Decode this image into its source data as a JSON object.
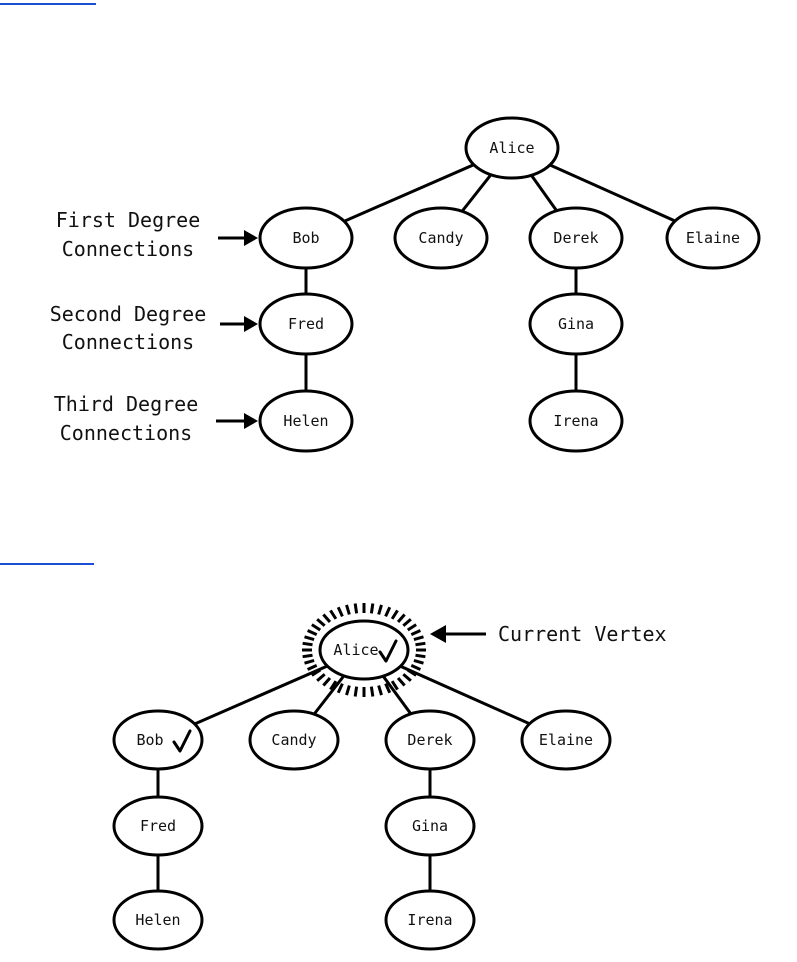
{
  "colors": {
    "ink": "#000000",
    "link_underline": "#1a4fd6",
    "background": "#ffffff"
  },
  "diagram1": {
    "nodes": [
      {
        "id": "alice",
        "label": "Alice"
      },
      {
        "id": "bob",
        "label": "Bob"
      },
      {
        "id": "candy",
        "label": "Candy"
      },
      {
        "id": "derek",
        "label": "Derek"
      },
      {
        "id": "elaine",
        "label": "Elaine"
      },
      {
        "id": "fred",
        "label": "Fred"
      },
      {
        "id": "gina",
        "label": "Gina"
      },
      {
        "id": "helen",
        "label": "Helen"
      },
      {
        "id": "irena",
        "label": "Irena"
      }
    ],
    "edges": [
      [
        "alice",
        "bob"
      ],
      [
        "alice",
        "candy"
      ],
      [
        "alice",
        "derek"
      ],
      [
        "alice",
        "elaine"
      ],
      [
        "bob",
        "fred"
      ],
      [
        "fred",
        "helen"
      ],
      [
        "derek",
        "gina"
      ],
      [
        "gina",
        "irena"
      ]
    ],
    "annotations": {
      "first_degree": {
        "line1": "First Degree",
        "line2": "Connections"
      },
      "second_degree": {
        "line1": "Second Degree",
        "line2": "Connections"
      },
      "third_degree": {
        "line1": "Third Degree",
        "line2": "Connections"
      }
    }
  },
  "diagram2": {
    "nodes": [
      {
        "id": "alice",
        "label": "Alice",
        "checked": true,
        "current": true
      },
      {
        "id": "bob",
        "label": "Bob",
        "checked": true
      },
      {
        "id": "candy",
        "label": "Candy"
      },
      {
        "id": "derek",
        "label": "Derek"
      },
      {
        "id": "elaine",
        "label": "Elaine"
      },
      {
        "id": "fred",
        "label": "Fred"
      },
      {
        "id": "gina",
        "label": "Gina"
      },
      {
        "id": "helen",
        "label": "Helen"
      },
      {
        "id": "irena",
        "label": "Irena"
      }
    ],
    "edges": [
      [
        "alice",
        "bob"
      ],
      [
        "alice",
        "candy"
      ],
      [
        "alice",
        "derek"
      ],
      [
        "alice",
        "elaine"
      ],
      [
        "bob",
        "fred"
      ],
      [
        "fred",
        "helen"
      ],
      [
        "derek",
        "gina"
      ],
      [
        "gina",
        "irena"
      ]
    ],
    "annotations": {
      "current_vertex": "Current Vertex"
    }
  }
}
